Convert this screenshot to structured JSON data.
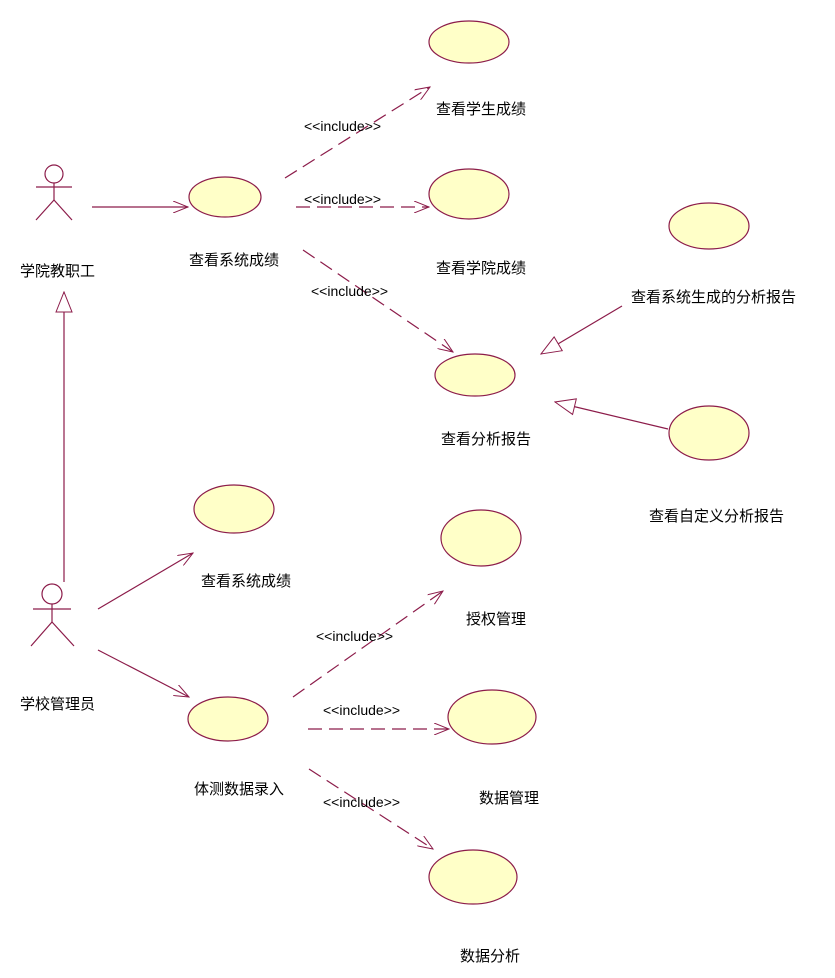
{
  "colors": {
    "line": "#8c1c4a",
    "usecase_fill": "#ffffc8",
    "text": "#000000",
    "background": "#ffffff"
  },
  "actors": {
    "faculty": "学院教职工",
    "admin": "学校管理员"
  },
  "usecases": {
    "view_system_scores_faculty": "查看系统成绩",
    "view_student_scores": "查看学生成绩",
    "view_college_scores": "查看学院成绩",
    "view_analysis_report": "查看分析报告",
    "view_generated_report": "查看系统生成的分析报告",
    "view_custom_report": "查看自定义分析报告",
    "view_system_scores_admin": "查看系统成绩",
    "fitness_data_entry": "体测数据录入",
    "authorization_mgmt": "授权管理",
    "data_mgmt": "数据管理",
    "data_analysis": "数据分析"
  },
  "relations": {
    "include_1": "<<include>>",
    "include_2": "<<include>>",
    "include_3": "<<include>>",
    "include_4": "<<include>>",
    "include_5": "<<include>>",
    "include_6": "<<include>>"
  }
}
